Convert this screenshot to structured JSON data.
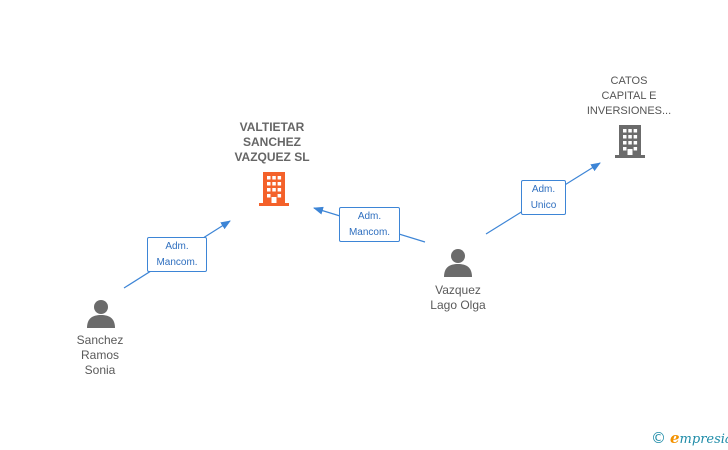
{
  "nodes": {
    "valtietar": {
      "label": "VALTIETAR\nSANCHEZ\nVAZQUEZ  SL",
      "icon": "building-icon",
      "color": "#f4612a"
    },
    "catos": {
      "label": "CATOS\nCAPITAL E\nINVERSIONES...",
      "icon": "building-icon",
      "color": "#6b6b6b"
    },
    "vazquez": {
      "label": "Vazquez\nLago Olga",
      "icon": "person-icon",
      "color": "#6b6b6b"
    },
    "sanchez": {
      "label": "Sanchez\nRamos\nSonia",
      "icon": "person-icon",
      "color": "#6b6b6b"
    }
  },
  "edges": {
    "sanchez_valtietar": {
      "role": "Adm.\nMancom."
    },
    "vazquez_valtietar": {
      "role": "Adm.\nMancom."
    },
    "vazquez_catos": {
      "role": "Adm.\nUnico"
    }
  },
  "colors": {
    "edge": "#3d85d6",
    "text": "#5a5a5a"
  },
  "footer": {
    "copyright_symbol": "©",
    "brand_initial": "e",
    "brand_rest": "mpresia"
  }
}
